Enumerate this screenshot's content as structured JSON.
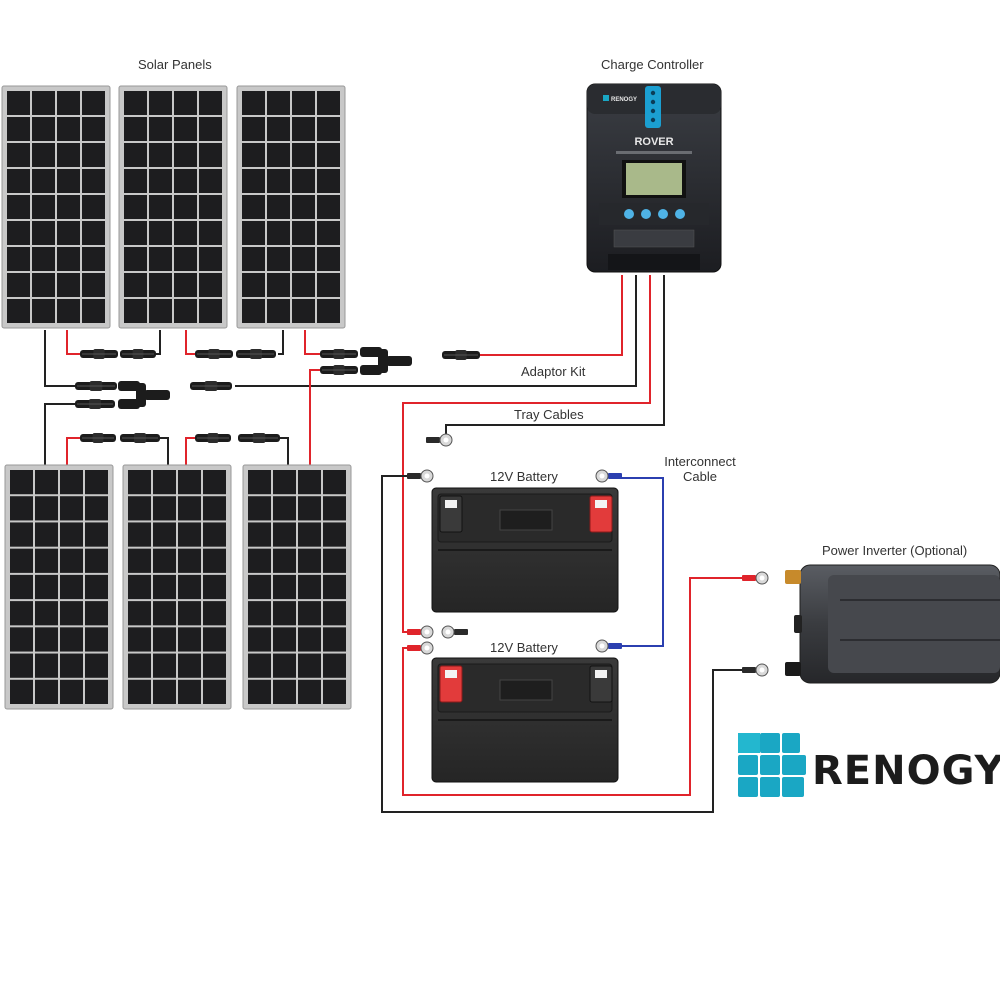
{
  "labels": {
    "solar_panels": "Solar Panels",
    "charge_controller": "Charge Controller",
    "adaptor_kit": "Adaptor Kit",
    "tray_cables": "Tray Cables",
    "battery_top": "12V Battery",
    "battery_bottom": "12V Battery",
    "interconnect_line1": "Interconnect",
    "interconnect_line2": "Cable",
    "power_inverter": "Power Inverter (Optional)"
  },
  "controller": {
    "brand": "RENOGY",
    "model": "ROVER"
  },
  "logo": {
    "text": "RENOGY"
  },
  "colors": {
    "positive_wire": "#e0242b",
    "negative_wire": "#222222",
    "interconnect_wire": "#2b3fb0",
    "panel_cell": "#1d1d1f",
    "panel_frame": "#c8c8c8",
    "logo_teal": "#1aa7c4",
    "battery_body": "#2f2f2f"
  },
  "system": {
    "panels_count": 6,
    "batteries_count": 2
  }
}
